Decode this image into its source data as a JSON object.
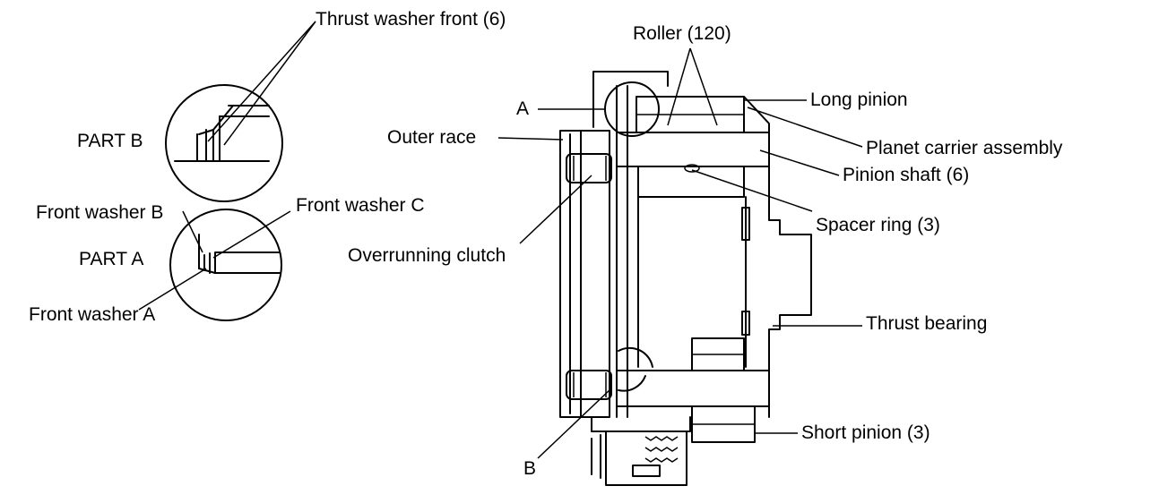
{
  "labels": {
    "thrust_washer_front": "Thrust washer front (6)",
    "roller": "Roller (120)",
    "long_pinion": "Long pinion",
    "part_b": "PART B",
    "a": "A",
    "outer_race": "Outer race",
    "planet_carrier_assembly": "Planet carrier assembly",
    "pinion_shaft": "Pinion shaft (6)",
    "front_washer_b": "Front washer B",
    "front_washer_c": "Front washer C",
    "spacer_ring": "Spacer ring (3)",
    "part_a": "PART A",
    "overrunning_clutch": "Overrunning clutch",
    "front_washer_a": "Front washer A",
    "thrust_bearing": "Thrust bearing",
    "short_pinion": "Short pinion (3)",
    "b": "B"
  }
}
